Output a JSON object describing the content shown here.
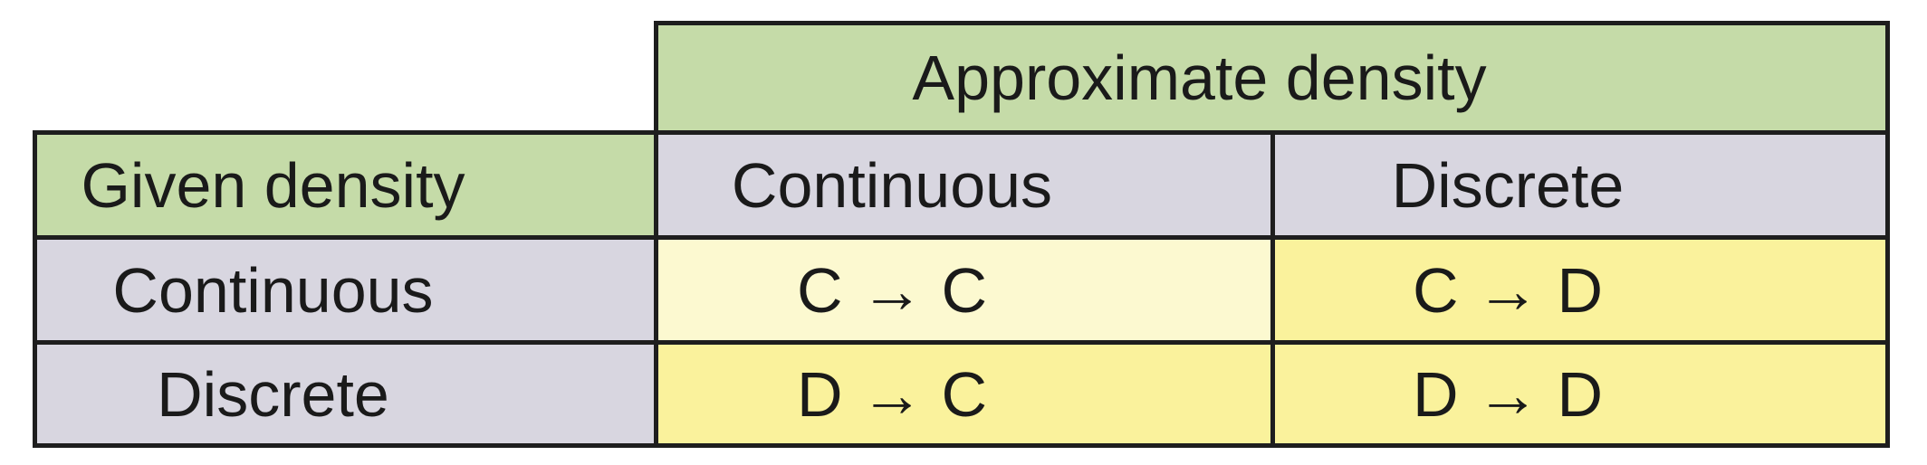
{
  "table": {
    "span_header": {
      "label": "Approximate density"
    },
    "corner_header": {
      "label": "Given density"
    },
    "col_headers": [
      "Continuous",
      "Discrete"
    ],
    "rows": [
      {
        "label": "Continuous",
        "cells": [
          {
            "text": "C → C",
            "tone": "pale"
          },
          {
            "text": "C → D",
            "tone": "bright"
          }
        ]
      },
      {
        "label": "Discrete",
        "cells": [
          {
            "text": "D → C",
            "tone": "bright"
          },
          {
            "text": "D → D",
            "tone": "bright"
          }
        ]
      }
    ],
    "colors": {
      "header_green": "#c5dba8",
      "subheader_lavender": "#d8d6e0",
      "cell_pale_yellow": "#fcf9d0",
      "cell_bright_yellow": "#faf29c",
      "border_black": "#1e1e1e",
      "text_black": "#1a1a1a",
      "page_background": "#ffffff"
    }
  }
}
